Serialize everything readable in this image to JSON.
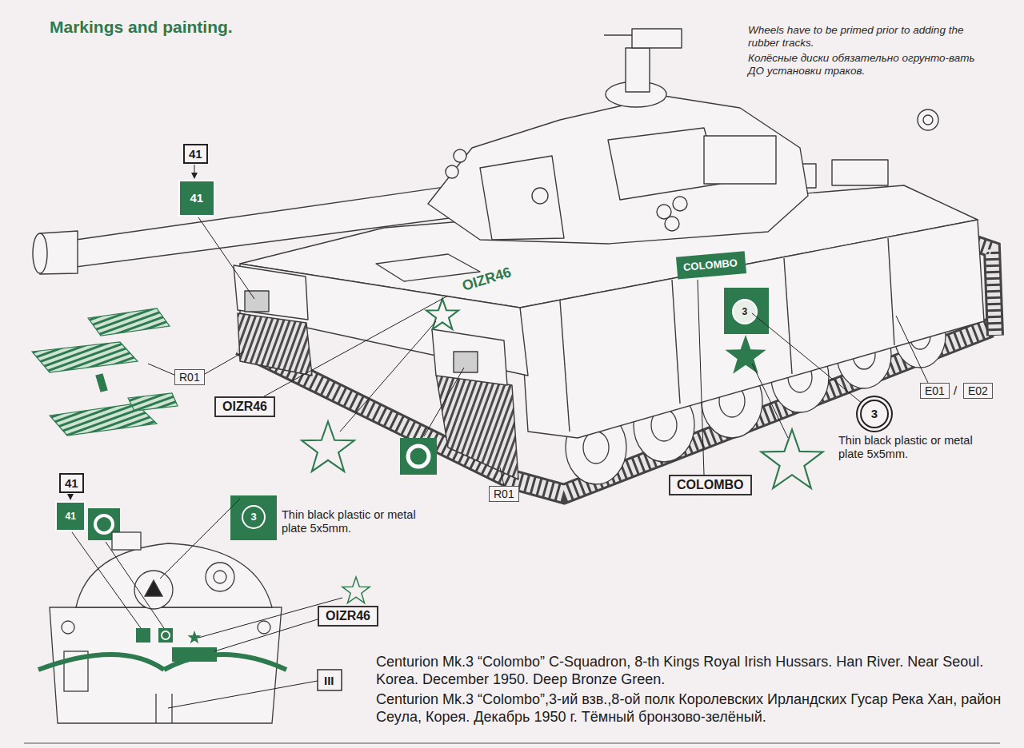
{
  "diagram": {
    "title": "Markings and painting.",
    "caption": "Centurion Mk.3 “Colombo” C-Squadron, 8-th Kings Royal Irish Hussars. Han River. Near Seoul. Korea. December 1950. Deep Bronze Green.",
    "nodes": [
      {
        "text": [
          "41"
        ]
      },
      {
        "text": [
          "R01"
        ]
      },
      {
        "text": [
          "OIZR46"
        ]
      },
      {
        "text": [
          "R01"
        ]
      },
      {
        "text": [
          "E01"
        ]
      },
      {
        "text": [
          "E02"
        ]
      },
      {
        "text": [
          "COLOMBO"
        ]
      },
      {
        "text": [
          "3"
        ]
      },
      {
        "text": [
          "41"
        ]
      },
      {
        "text": [
          "OIZR46"
        ]
      },
      {
        "text": [
          "III"
        ]
      }
    ],
    "labels": [
      "Wheels have to be primed prior to adding the rubber tracks.",
      "Колёсные диски обязательно огрунто-вать ДО установки траков.",
      "41",
      "OIZR46",
      "COLOMBO",
      "3",
      "Thin black plastic or metal plate 5x5mm.",
      "41",
      "3",
      "Thin black plastic or metal plate 5x5mm.",
      "Centurion Mk.3 “Colombo”,3-ий взв.,8-ой полк Королевских Ирландских Гусар Река Хан, район Сеула, Корея. Декабрь 1950 г. Тёмный бронзово-зелёный.",
      "/"
    ]
  }
}
